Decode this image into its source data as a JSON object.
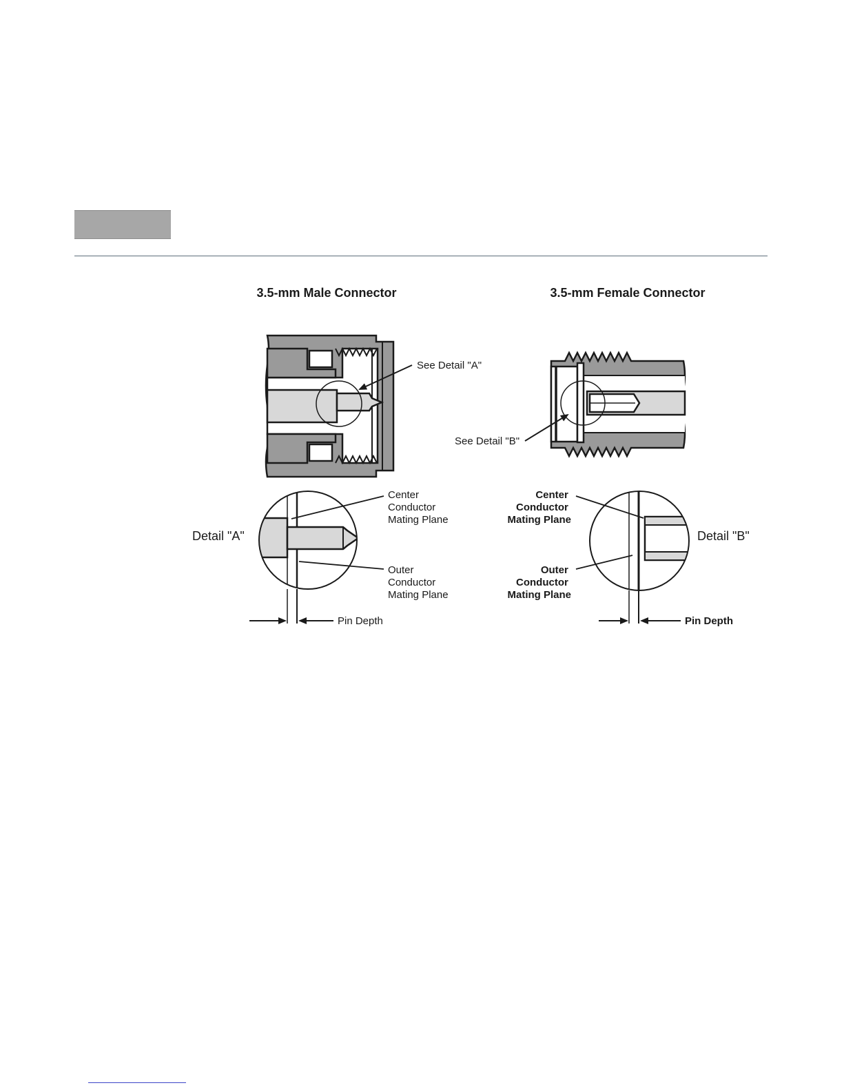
{
  "figure": {
    "male": {
      "title": "3.5-mm Male Connector",
      "detail_callout": "See Detail \"A\"",
      "detail_label": "Detail \"A\"",
      "center_plane": [
        "Center",
        "Conductor",
        "Mating Plane"
      ],
      "outer_plane": [
        "Outer",
        "Conductor",
        "Mating Plane"
      ],
      "pin_depth": "Pin Depth"
    },
    "female": {
      "title": "3.5-mm Female Connector",
      "detail_callout": "See Detail \"B\"",
      "detail_label": "Detail \"B\"",
      "center_plane": [
        "Center",
        "Conductor",
        "Mating Plane"
      ],
      "outer_plane": [
        "Outer",
        "Conductor",
        "Mating Plane"
      ],
      "pin_depth": "Pin Depth"
    }
  },
  "colors": {
    "body_fill": "#9a9a9a",
    "light_fill": "#d8d8d8",
    "outline": "#1a1a1a",
    "header_tab": "#a7a7a7",
    "rule": "#5d6d7b",
    "footer_link": "#3b44c8"
  }
}
